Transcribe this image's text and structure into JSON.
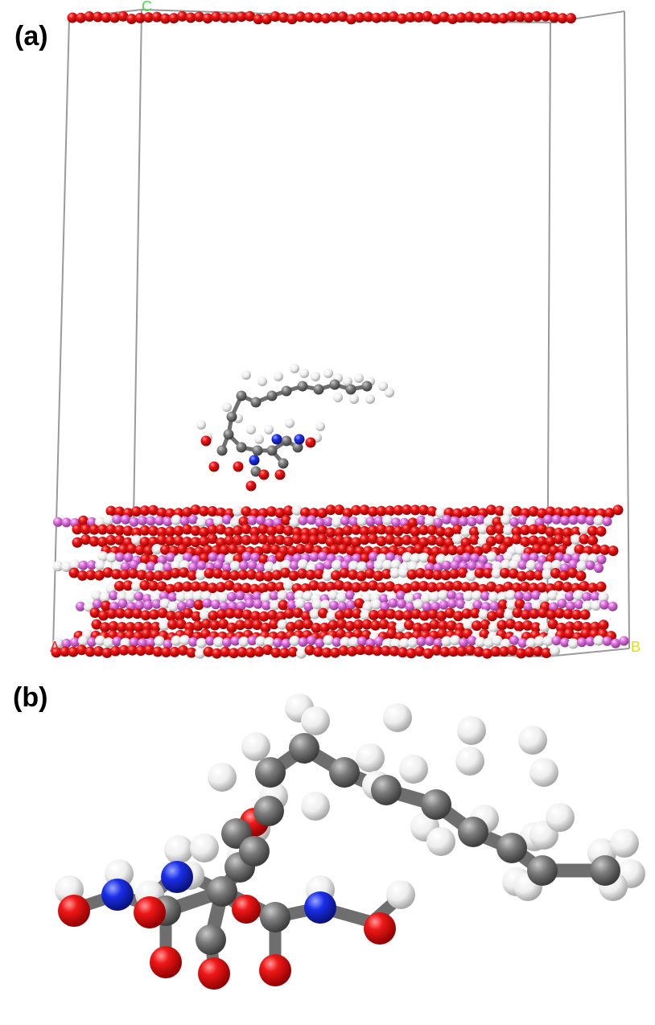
{
  "panels": {
    "a": {
      "label": "(a)"
    },
    "b": {
      "label": "(b)"
    }
  },
  "axes": {
    "a": {
      "text": "A",
      "color": "#ff2020"
    },
    "b": {
      "text": "B",
      "color": "#e0e000"
    },
    "c": {
      "text": "C",
      "color": "#40e040"
    }
  },
  "atom_colors": {
    "oxygen": "#e81010",
    "lanthanide": "#e070e0",
    "hydrogen": "#f2f2f2",
    "carbon": "#7a7a7a",
    "nitrogen": "#1a2ee8",
    "cell_edge": "#9a9a9a"
  }
}
